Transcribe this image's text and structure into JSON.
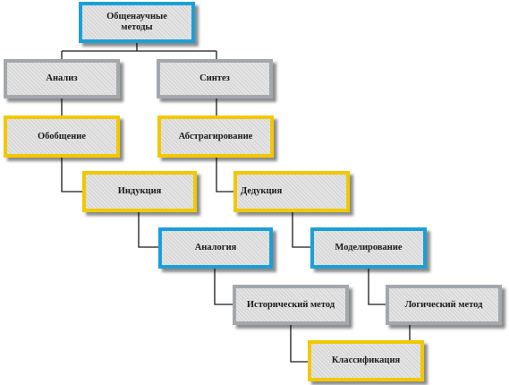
{
  "colors": {
    "blue_border": "#1aa0d8",
    "gray_border": "#a3a8ad",
    "yellow_border": "#f2c800",
    "box_fill": "#e4e4e4",
    "connector": "#1a1a1a"
  },
  "nodes": {
    "root": "Общенаучные методы",
    "analysis": "Анализ",
    "synthesis": "Синтез",
    "generalization": "Обобщение",
    "abstraction": "Абстрагирование",
    "induction": "Индукция",
    "deduction": "Дедукция",
    "analogy": "Аналогия",
    "modeling": "Моделирование",
    "historical_method": "Исторический метод",
    "logical_method": "Логический метод",
    "classification": "Классификация"
  }
}
